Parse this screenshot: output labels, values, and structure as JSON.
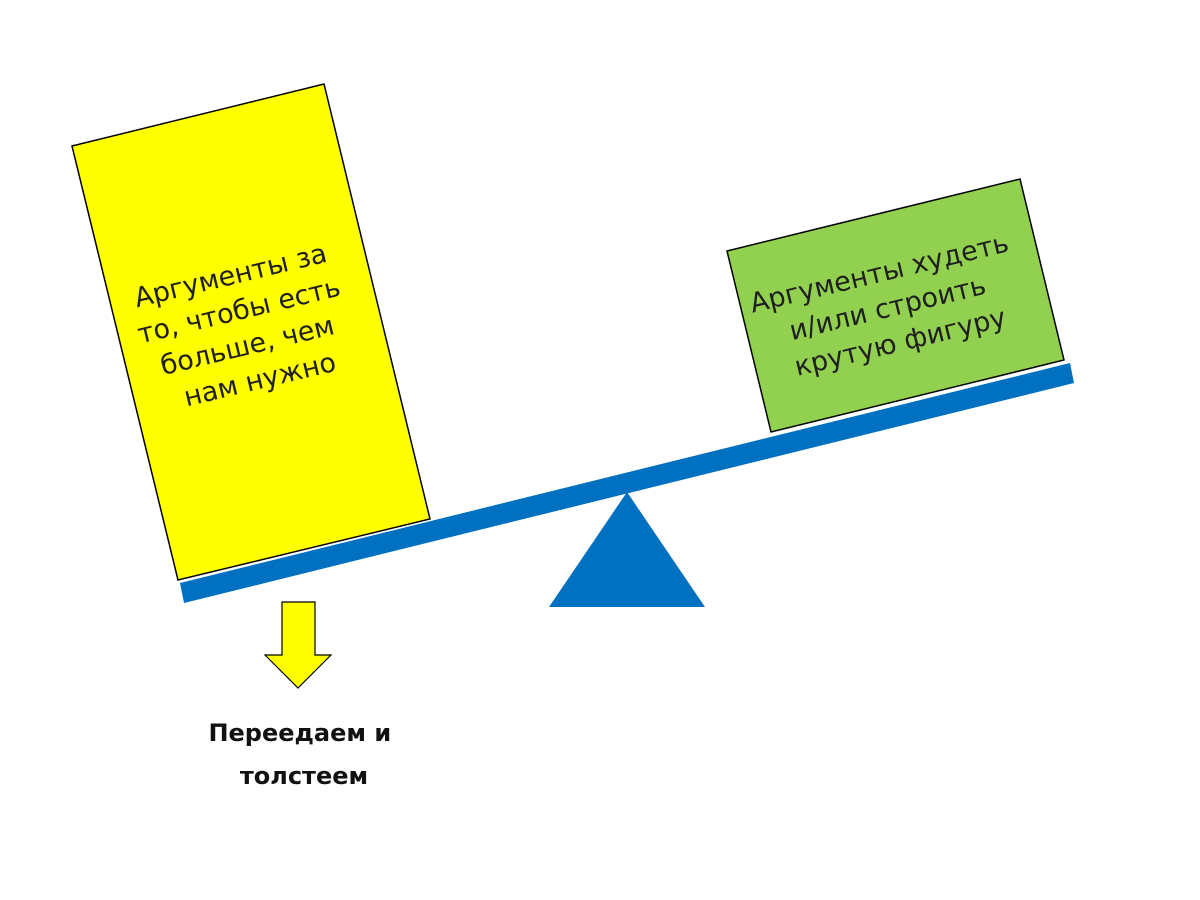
{
  "left_box": {
    "lines": [
      "Аргументы за",
      "то, чтобы есть",
      "больше, чем",
      "нам нужно"
    ],
    "color": "#ffff00"
  },
  "right_box": {
    "lines": [
      "Аргументы худеть",
      "и/или строить",
      "крутую фигуру"
    ],
    "color": "#92d050"
  },
  "beam": {
    "color": "#0070c0"
  },
  "fulcrum": {
    "color": "#0070c0"
  },
  "arrow": {
    "color": "#ffff00"
  },
  "result": {
    "lines": [
      "Переедаем и",
      "толстеем"
    ]
  }
}
